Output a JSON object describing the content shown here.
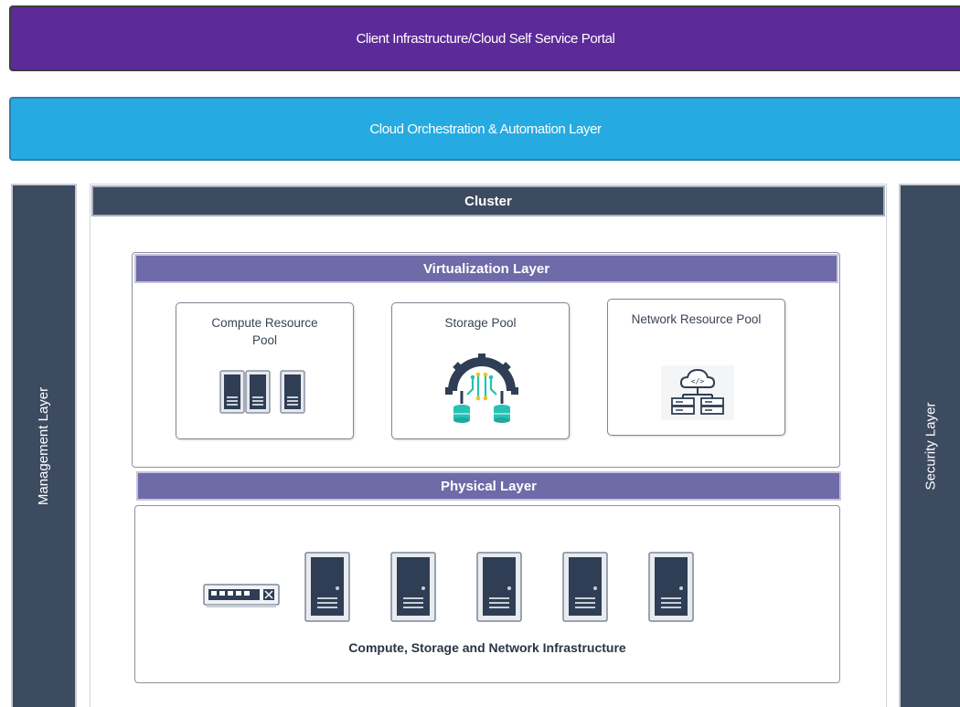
{
  "diagram": {
    "portal_label": "Client Infrastructure/Cloud Self Service Portal",
    "orchestration_label": "Cloud Orchestration & Automation Layer",
    "management_label": "Management Layer",
    "security_label": "Security Layer",
    "cluster_label": "Cluster",
    "virtualization_label": "Virtualization Layer",
    "physical_label": "Physical Layer",
    "pools": [
      {
        "label": "Compute Resource Pool",
        "icon": "server-rack-icon"
      },
      {
        "label": "Storage Pool",
        "icon": "gear-storage-icon"
      },
      {
        "label": "Network Resource Pool",
        "icon": "cloud-network-icon"
      }
    ],
    "physical_caption": "Compute, Storage and Network Infrastructure",
    "physical_devices": [
      "network-switch-icon",
      "server-icon",
      "server-icon",
      "server-icon",
      "server-icon",
      "server-icon"
    ]
  },
  "colors": {
    "portal": "#5c2a99",
    "orchestration": "#25abe1",
    "dark_slate": "#3d4b61",
    "layer_header": "#6f6aa8",
    "teal": "#26c2b4"
  }
}
